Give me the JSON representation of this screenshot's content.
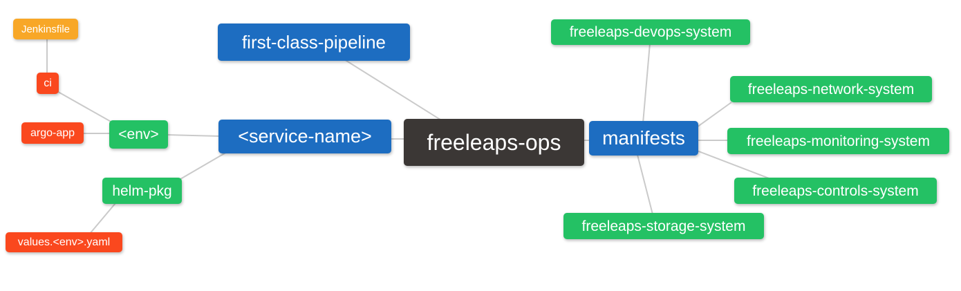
{
  "palette": {
    "blue": "#1d6dc1",
    "green": "#24c164",
    "red": "#fa481e",
    "orange": "#f8a727",
    "dark": "#3b3735",
    "line": "#cacaca",
    "text": "#ffffff",
    "background": "#ffffff"
  },
  "diagram": {
    "type": "mindmap",
    "root_label": "freeleaps-ops",
    "nodes": [
      {
        "id": "jenkinsfile",
        "label": "Jenkinsfile",
        "color_role": "orange"
      },
      {
        "id": "ci",
        "label": "ci",
        "color_role": "red"
      },
      {
        "id": "argo-app",
        "label": "argo-app",
        "color_role": "red"
      },
      {
        "id": "env",
        "label": "<env>",
        "color_role": "green"
      },
      {
        "id": "first-class-pipeline",
        "label": "first-class-pipeline",
        "color_role": "blue"
      },
      {
        "id": "service-name",
        "label": "<service-name>",
        "color_role": "blue"
      },
      {
        "id": "helm-pkg",
        "label": "helm-pkg",
        "color_role": "green"
      },
      {
        "id": "values-env-yaml",
        "label": "values.<env>.yaml",
        "color_role": "red"
      },
      {
        "id": "freeleaps-ops",
        "label": "freeleaps-ops",
        "color_role": "dark"
      },
      {
        "id": "manifests",
        "label": "manifests",
        "color_role": "blue"
      },
      {
        "id": "freeleaps-devops-system",
        "label": "freeleaps-devops-system",
        "color_role": "green"
      },
      {
        "id": "freeleaps-network-system",
        "label": "freeleaps-network-system",
        "color_role": "green"
      },
      {
        "id": "freeleaps-monitoring-system",
        "label": "freeleaps-monitoring-system",
        "color_role": "green"
      },
      {
        "id": "freeleaps-controls-system",
        "label": "freeleaps-controls-system",
        "color_role": "green"
      },
      {
        "id": "freeleaps-storage-system",
        "label": "freeleaps-storage-system",
        "color_role": "green"
      }
    ],
    "edges": [
      {
        "from": "jenkinsfile",
        "to": "ci"
      },
      {
        "from": "ci",
        "to": "env"
      },
      {
        "from": "argo-app",
        "to": "env"
      },
      {
        "from": "env",
        "to": "service-name"
      },
      {
        "from": "first-class-pipeline",
        "to": "freeleaps-ops"
      },
      {
        "from": "service-name",
        "to": "freeleaps-ops"
      },
      {
        "from": "service-name",
        "to": "helm-pkg"
      },
      {
        "from": "helm-pkg",
        "to": "values-env-yaml"
      },
      {
        "from": "freeleaps-ops",
        "to": "manifests"
      },
      {
        "from": "manifests",
        "to": "freeleaps-devops-system"
      },
      {
        "from": "manifests",
        "to": "freeleaps-network-system"
      },
      {
        "from": "manifests",
        "to": "freeleaps-monitoring-system"
      },
      {
        "from": "manifests",
        "to": "freeleaps-controls-system"
      },
      {
        "from": "manifests",
        "to": "freeleaps-storage-system"
      }
    ]
  }
}
